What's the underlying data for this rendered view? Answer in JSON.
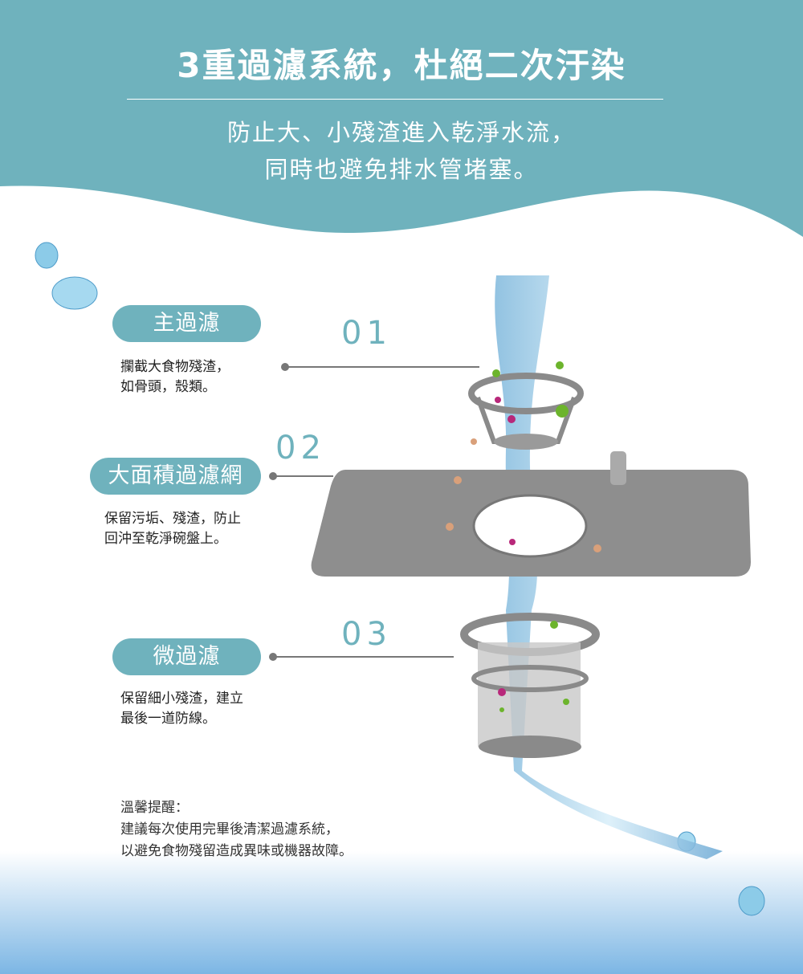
{
  "header": {
    "title": "3重過濾系統，杜絕二次汙染",
    "subtitle_line1": "防止大、小殘渣進入乾淨水流，",
    "subtitle_line2": "同時也避免排水管堵塞。"
  },
  "filters": [
    {
      "number": "01",
      "name": "主過濾",
      "desc_line1": "攔截大食物殘渣，",
      "desc_line2": "如骨頭，殼類。"
    },
    {
      "number": "02",
      "name": "大面積過濾網",
      "desc_line1": "保留污垢、殘渣，防止",
      "desc_line2": "回沖至乾淨碗盤上。"
    },
    {
      "number": "03",
      "name": "微過濾",
      "desc_line1": "保留細小殘渣，建立",
      "desc_line2": "最後一道防線。"
    }
  ],
  "note": {
    "heading": "溫馨提醒：",
    "line1": "建議每次使用完畢後清潔過濾系統，",
    "line2": "以避免食物殘留造成異味或機器故障。"
  },
  "colors": {
    "accent": "#6fb2bd",
    "water": "#9fd0ea"
  }
}
